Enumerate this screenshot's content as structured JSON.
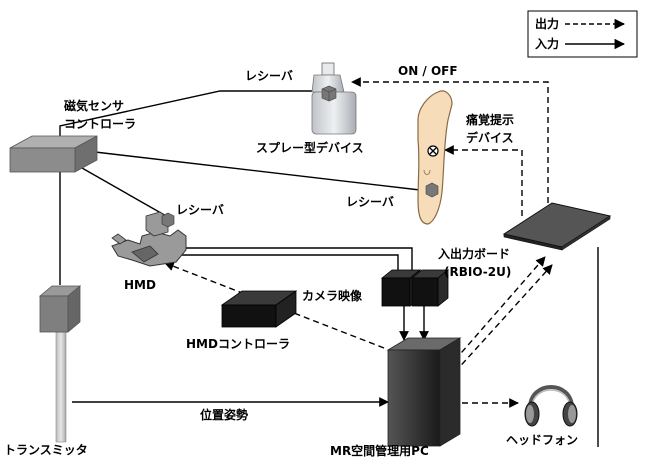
{
  "legend": {
    "output": "出力",
    "input": "入力"
  },
  "labels": {
    "receiver_top": "レシーバ",
    "on_off": "ON / OFF",
    "mag_controller_line1": "磁気センサ",
    "mag_controller_line2": "コントローラ",
    "spray_device": "スプレー型デバイス",
    "pain_line1": "痛覚提示",
    "pain_line2": "デバイス",
    "receiver_arm": "レシーバ",
    "receiver_hmd": "レシーバ",
    "hmd": "HMD",
    "io_board_line1": "入出力ボード",
    "io_board_line2": "(RBIO-2U)",
    "camera_video": "カメラ映像",
    "hmd_controller": "HMDコントローラ",
    "position": "位置姿勢",
    "transmitter": "トランスミッタ",
    "pc": "MR空間管理用PC",
    "headphone": "ヘッドフォン"
  },
  "colors": {
    "line": "#000000",
    "box_gray": "#8c8c8c",
    "skin": "#f6dcb8",
    "spray_body": "#cfd3d8"
  }
}
